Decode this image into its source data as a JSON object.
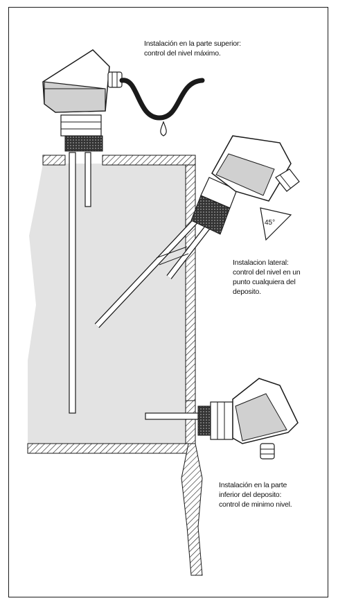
{
  "captions": {
    "top": [
      "Instalación en la parte superior:",
      "control del nivel máximo."
    ],
    "side": [
      "Instalacion lateral:",
      "control del nivel en un",
      "punto cualquiera del",
      "deposito."
    ],
    "bottom": [
      "Instalación en la parte",
      "inferior del deposito:",
      "control de minimo nivel."
    ]
  },
  "angle_label": "45°",
  "colors": {
    "tank_fill": "#e3e3e3",
    "line": "#1a1a1a",
    "background": "#ffffff"
  }
}
